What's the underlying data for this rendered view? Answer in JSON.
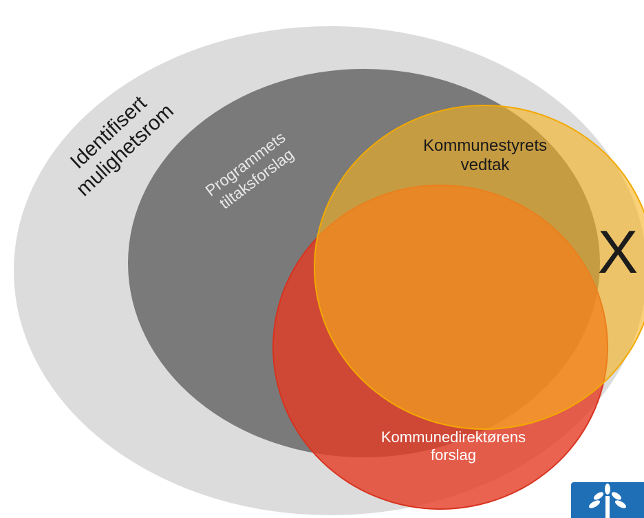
{
  "diagram": {
    "sets": [
      {
        "id": "outer",
        "label": "Identifisert\nmulighetsrom",
        "color": "#dcdcdc"
      },
      {
        "id": "program",
        "label": "Programmets\ntiltaksforslag",
        "color": "#7a7a7a"
      },
      {
        "id": "gold",
        "label": "Kommunestyrets\nvedtak",
        "color": "#f9b21c"
      },
      {
        "id": "red",
        "label": "Kommunedirektørens\nforslag",
        "color": "#e53c26"
      }
    ],
    "marker": "X"
  },
  "logo": {
    "icon": "municipal-crest-icon",
    "color": "#1f6fb7"
  }
}
